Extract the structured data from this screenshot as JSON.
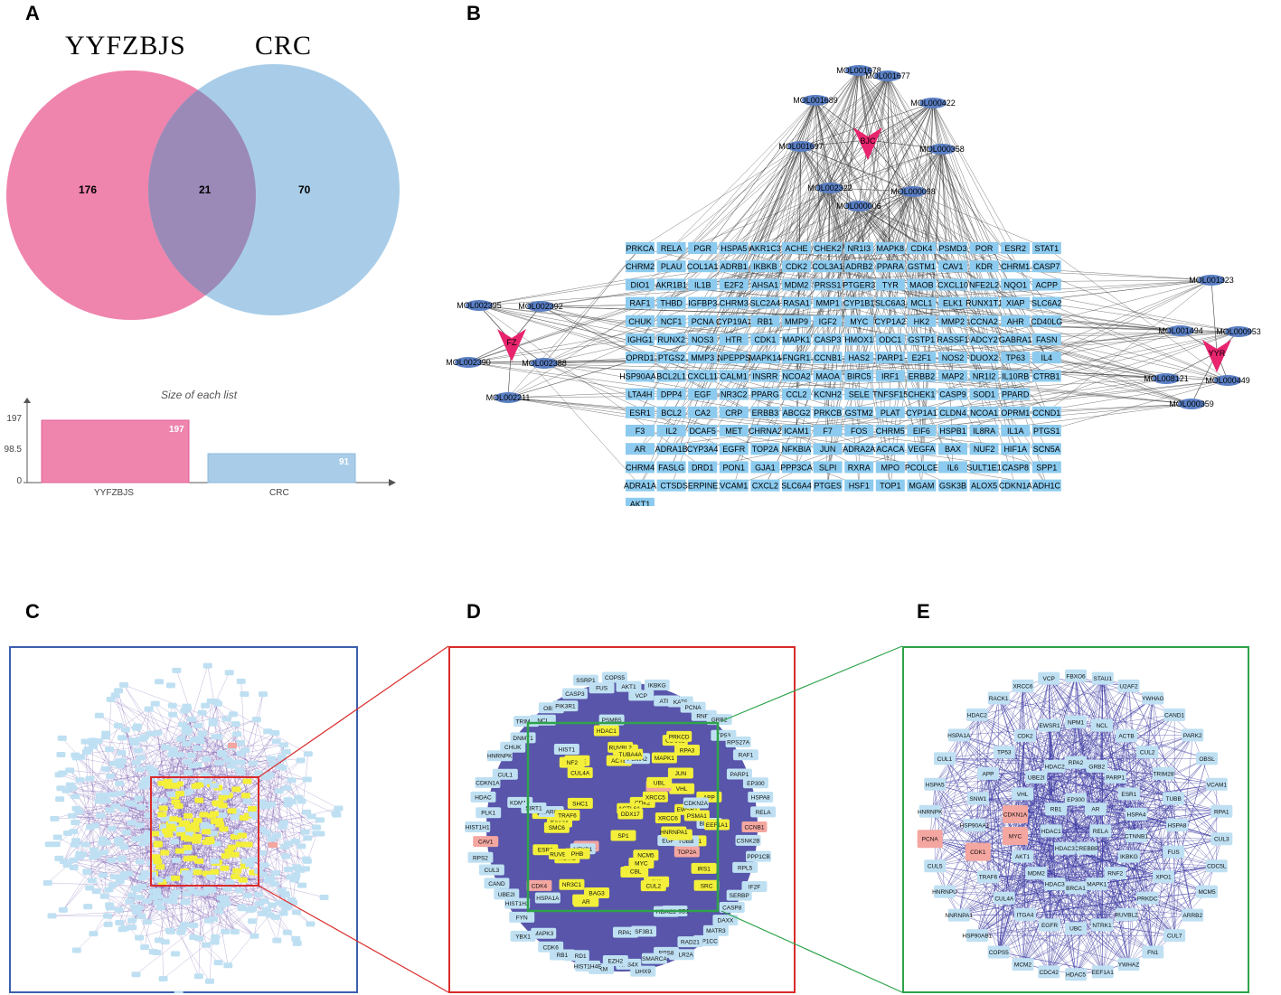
{
  "panels": {
    "a": "A",
    "b": "B",
    "c": "C",
    "d": "D",
    "e": "E"
  },
  "venn": {
    "set1_label": "YYFZBJS",
    "set2_label": "CRC",
    "only1": "176",
    "both": "21",
    "only2": "70",
    "colors": {
      "set1": "#ef84ad",
      "set2": "#a9cde8",
      "overlap": "#9b8ab8"
    }
  },
  "barchart": {
    "title": "Size of each list",
    "ticks": [
      "197",
      "98.5",
      "0"
    ],
    "bars": [
      {
        "label": "YYFZBJS",
        "value": "197",
        "color": "#ef84ad"
      },
      {
        "label": "CRC",
        "value": "91",
        "color": "#a9cde8"
      }
    ]
  },
  "network_b": {
    "herbs": [
      {
        "label": "BJC"
      },
      {
        "label": "FZ"
      },
      {
        "label": "YYR"
      }
    ],
    "molecules_top": [
      "MOL001678",
      "MOL001677",
      "MOL001689",
      "MOL000422",
      "MOL001697",
      "MOL000358",
      "MOL002322",
      "MOL000098",
      "MOL000006"
    ],
    "molecules_left": [
      "MOL002395",
      "MOL002392",
      "MOL002390",
      "MOL002388",
      "MOL002211"
    ],
    "molecules_right": [
      "MOL001323",
      "MOL001494",
      "MOL000953",
      "MOL008121",
      "MOL000449",
      "MOL000359"
    ],
    "targets": [
      [
        "PRKCA",
        "RELA",
        "PGR",
        "HSPA5",
        "AKR1C3",
        "ACHE",
        "CHEK2",
        "NR1I3",
        "MAPK8",
        "CDK4",
        "PSMD3",
        "POR",
        "ESR2",
        "STAT1"
      ],
      [
        "CHRM2",
        "PLAU",
        "COL1A1",
        "ADRB1",
        "IKBKB",
        "CDK2",
        "COL3A1",
        "ADRB2",
        "PPARA",
        "GSTM1",
        "CAV1",
        "KDR",
        "CHRM1",
        "CASP7"
      ],
      [
        "DIO1",
        "AKR1B1",
        "IL1B",
        "E2F2",
        "AHSA1",
        "MDM2",
        "PRSS1",
        "PTGER3",
        "TYR",
        "MAOB",
        "CXCL10",
        "NFE2L2",
        "NQO1",
        "ACPP"
      ],
      [
        "RAF1",
        "THBD",
        "IGFBP3",
        "CHRM3",
        "SLC2A4",
        "RASA1",
        "MMP1",
        "CYP1B1",
        "SLC6A3",
        "MCL1",
        "ELK1",
        "RUNX1T1",
        "XIAP",
        "SLC6A2"
      ],
      [
        "CHUK",
        "NCF1",
        "PCNA",
        "CYP19A1",
        "RB1",
        "MMP9",
        "IGF2",
        "MYC",
        "CYP1A2",
        "HK2",
        "MMP2",
        "CCNA2",
        "AHR",
        "CD40LG"
      ],
      [
        "IGHG1",
        "RUNX2",
        "NOS3",
        "HTR",
        "CDK1",
        "MAPK1",
        "CASP3",
        "HMOX1",
        "ODC1",
        "GSTP1",
        "RASSF1",
        "ADCY2",
        "GABRA1",
        "FASN"
      ],
      [
        "OPRD1",
        "PTGS2",
        "MMP3",
        "NPEPPS",
        "MAPK14",
        "FNGR1",
        "CCNB1",
        "HAS2",
        "PARP1",
        "E2F1",
        "NOS2",
        "DUOX2",
        "TP63",
        "IL4"
      ],
      [
        "HSP90AA1",
        "BCL2L1",
        "CXCL11",
        "CALM1",
        "INSRR",
        "NCOA2",
        "MAOA",
        "BIRC5",
        "IRF1",
        "ERBB2",
        "MAP2",
        "NR1I2",
        "IL10RB",
        "CTRB1"
      ],
      [
        "LTA4H",
        "DPP4",
        "EGF",
        "NR3C2",
        "PPARG",
        "CCL2",
        "KCNH2",
        "SELE",
        "TNFSF15",
        "CHEK1",
        "CASP9",
        "SOD1",
        "PPARD"
      ],
      [
        "ESR1",
        "BCL2",
        "CA2",
        "CRP",
        "ERBB3",
        "ABCG2",
        "PRKCB",
        "GSTM2",
        "PLAT",
        "CYP1A1",
        "CLDN4",
        "NCOA1",
        "OPRM1",
        "CCND1"
      ],
      [
        "F3",
        "IL2",
        "DCAF5",
        "MET",
        "CHRNA2",
        "ICAM1",
        "F7",
        "FOS",
        "CHRM5",
        "EIF6",
        "HSPB1",
        "IL8RA",
        "IL1A",
        "PTGS1"
      ],
      [
        "AR",
        "ADRA1B",
        "CYP3A4",
        "EGFR",
        "TOP2A",
        "NFKBIA",
        "JUN",
        "ADRA2A",
        "ACACA",
        "VEGFA",
        "BAX",
        "NUF2",
        "HIF1A",
        "SCN5A"
      ],
      [
        "CHRM4",
        "FASLG",
        "DRD1",
        "PON1",
        "GJA1",
        "PPP3CA",
        "SLPI",
        "RXRA",
        "MPO",
        "PCOLCE",
        "IL6",
        "SULT1E1",
        "CASP8",
        "SPP1"
      ],
      [
        "ADRA1A",
        "CTSD",
        "SERPINE1",
        "VCAM1",
        "CXCL2",
        "SLC6A4",
        "PTGES",
        "HSF1",
        "TOP1",
        "MGAM",
        "GSK3B",
        "ALOX5",
        "CDKN1A",
        "ADH1C"
      ],
      [
        "AKT1"
      ]
    ],
    "colors": {
      "herb": "#e8246e",
      "molecule": "#5a7fc4",
      "target": "#8ccbef",
      "edge": "#444444"
    }
  },
  "network_c": {
    "frame_color": "#3c5fae",
    "zoom_color": "#d92b2b"
  },
  "network_d": {
    "labels": [
      "CCNB1",
      "CSNK2B",
      "PPP1CB",
      "RPL5",
      "IF2F",
      "SERBP",
      "CASP8",
      "DAXX",
      "MATR3",
      "PPP1CC",
      "RAD21",
      "POLR2A",
      "RPS8",
      "SMARCA",
      "DHX9",
      "RPS4X",
      "EZH2",
      "PKM",
      "HIST1H4E",
      "BARD1",
      "RB1",
      "CDK6",
      "MAPK3",
      "YBX1",
      "FYN",
      "HIST1H2",
      "UBE2I",
      "CAND",
      "CUL3",
      "RPS2",
      "CAV1",
      "HIST1H1",
      "PLK1",
      "HDAC",
      "CDKN1A",
      "CUL1",
      "HNRNPK",
      "CHUK",
      "DNMT1",
      "TRIM28",
      "NCL",
      "OBSL",
      "PIK3R1",
      "CASP3",
      "SSRP1",
      "FUS",
      "COPS5",
      "AKT1",
      "VCP",
      "IKBKG",
      "ATF2",
      "KAT5",
      "PCNA",
      "RNF2",
      "GRB2",
      "TP53",
      "RPS27A",
      "RAF1",
      "PARP1",
      "EP300",
      "HSPA8",
      "RELA",
      "SHC1",
      "ACTB",
      "HIST1",
      "HDAC1",
      "HSPA1A",
      "XPO1",
      "SRC",
      "BRCA1",
      "NCM5",
      "APP",
      "CDC5L",
      "SP1",
      "CCT8",
      "SMARCB1",
      "ESR1",
      "CDK2",
      "EGFR",
      "MDM2",
      "CDK4",
      "TOP2A",
      "RPA2",
      "RPA3",
      "MYC",
      "UBC",
      "TUBB",
      "CCND1",
      "KAT2A",
      "XRCC6",
      "CUL4A",
      "EWSR1",
      "HSPA1B",
      "ILK",
      "XRCC5",
      "VHL",
      "IKBKE",
      "KDM1A",
      "PRKCD",
      "CUL2",
      "NFKB1",
      "EEF1A1",
      "AR",
      "ACTL6A",
      "JUN",
      "CDKN2A",
      "RUVBL1",
      "RUVBL2",
      "BAG3",
      "SMARCC2",
      "DDX17",
      "NF2",
      "NR3C1",
      "PHB",
      "ABL1",
      "HDAC2",
      "IRS1",
      "FOS",
      "TRAF6",
      "SIRT1",
      "MAPK1",
      "UBL",
      "CRK",
      "PSMB5",
      "PSMA2",
      "PSMA1",
      "SMC6",
      "TUBA4A",
      "CBL",
      "SF3B1",
      "HNRNPA1"
    ],
    "frame_color": "#d92b2b",
    "zoom_color": "#2ea34a"
  },
  "network_e": {
    "labels": [
      "FBXO6",
      "STAU1",
      "U2AF2",
      "YWHAG",
      "CAND1",
      "PARK2",
      "OBSL",
      "VCAM1",
      "RPA1",
      "CUL3",
      "CDC5L",
      "MCM5",
      "ARRB2",
      "CUL7",
      "FN1",
      "YWHAZ",
      "EEF1A1",
      "HDAC5",
      "CDC42",
      "MCM2",
      "COPS5",
      "HSP90AB1",
      "NNRNPA1",
      "HNRNPU",
      "CUL5",
      "PCNA",
      "HNRNPK",
      "HSPA5",
      "CUL1",
      "HSPA1A",
      "HDAC2",
      "RACK1",
      "XRCC6",
      "VCP",
      "NPM1",
      "NCL",
      "ACTB",
      "CUL2",
      "TRIM28",
      "TUBB",
      "HSPA8",
      "FUS",
      "XPO1",
      "PRKDC",
      "RUVBL2",
      "NTRK1",
      "UBC",
      "EGFR",
      "ITGA4",
      "CUL4A",
      "TRAF6",
      "CDK1",
      "HSP90AA1",
      "SNW1",
      "APP",
      "TP53",
      "CDK2",
      "EWSR1",
      "RPA2",
      "GRB2",
      "PARP1",
      "ESR1",
      "HSPA4",
      "CTNNB1",
      "IKBKG",
      "RNF2",
      "MAPK1",
      "BRCA1",
      "HDAC3",
      "MDM2",
      "AKT1",
      "MYC",
      "CDKN1A",
      "VHL",
      "UBE2I",
      "HDAC2",
      "EP300",
      "AR",
      "RELA",
      "CREBBP",
      "HDAC3",
      "HDAC1",
      "RB1"
    ],
    "frame_color": "#2ea34a"
  }
}
